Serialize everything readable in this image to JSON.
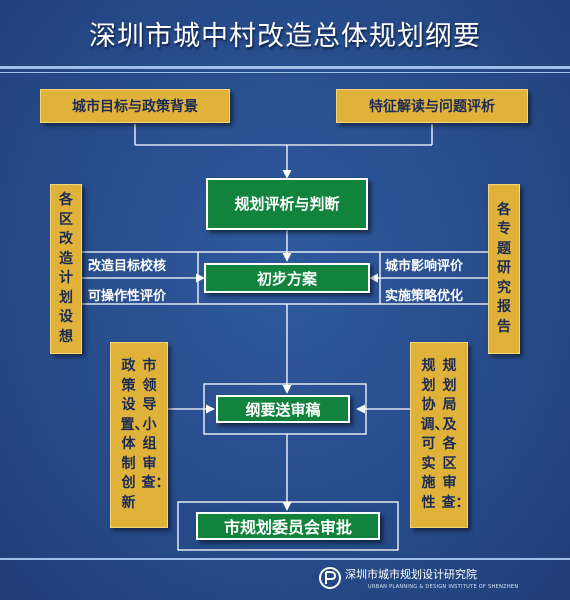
{
  "title": "深圳市城中村改造总体规划纲要",
  "nodes": {
    "city_goals": "城市目标与政策背景",
    "feature_analysis": "特征解读与问题评析",
    "planning_eval": "规划评析与判断",
    "district_plans": [
      "各区改造计划设想"
    ],
    "special_reports": [
      "各专题研究报告"
    ],
    "preliminary": "初步方案",
    "outline_review": "纲要送审稿",
    "final_approval": "市规划委员会审批",
    "leader_review": [
      "市领导小组审查：",
      "政策设置、体制创新"
    ],
    "bureau_review": [
      "规划局及各区审查：",
      "规划协调、可实施性"
    ]
  },
  "labels": {
    "target_check": "改造目标校核",
    "operability": "可操作性评价",
    "city_impact": "城市影响评价",
    "strategy_opt": "实施策略优化"
  },
  "footer": {
    "org": "深圳市城市规划设计研究院",
    "org_en": "URBAN PLANNING & DESIGN INSTITUTE OF SHENZHEN"
  },
  "colors": {
    "background": "#2a4f8f",
    "gold_box": "#e0b23a",
    "green_box": "#11833c",
    "line": "#ffffff"
  }
}
